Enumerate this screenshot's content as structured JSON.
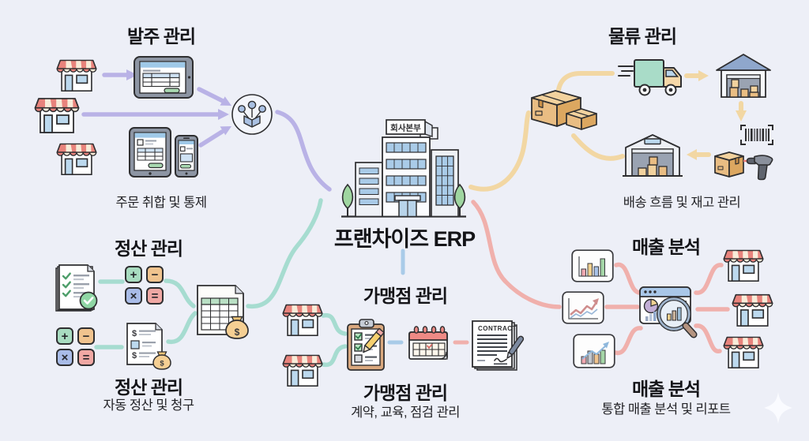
{
  "diagram": {
    "background": "#edeff7",
    "center": {
      "building_sign": "회사본부",
      "title": "프랜차이즈 ERP"
    },
    "order": {
      "title": "발주 관리",
      "caption": "주문 취합 및 통제"
    },
    "logistics": {
      "title": "물류 관리",
      "caption": "배송 흐름 및 재고 관리"
    },
    "settlement": {
      "title": "정산 관리",
      "footer_label": "정산 관리",
      "caption": "자동 정산 및 청구"
    },
    "franchise": {
      "title": "가맹점 관리",
      "footer_label": "가맹점 관리",
      "caption": "계약, 교육, 점검 관리"
    },
    "sales": {
      "title": "매출 분석",
      "footer_label": "매출 분석",
      "caption": "통합 매출 분석 및 리포트"
    }
  },
  "glyphs": {
    "contract_title": "CONTRACT",
    "calc_ops": [
      "+",
      "−",
      "×",
      "="
    ],
    "dollar": "$"
  },
  "icons": {
    "order": [
      "store-icon",
      "store-icon",
      "store-icon",
      "tablet-order-form-icon",
      "tablet-and-phone-order-icon",
      "supply-hub-icon"
    ],
    "logistics": [
      "cardboard-boxes-icon",
      "delivery-truck-icon",
      "warehouse-icon",
      "barcode-icon",
      "box-scanner-icon",
      "warehouse-icon"
    ],
    "center": [
      "headquarters-building-icon"
    ],
    "settlement": [
      "checklist-icon",
      "calculator-ops-icon",
      "calculator-ops-icon",
      "invoice-icon",
      "spreadsheet-moneybag-icon"
    ],
    "franchise": [
      "store-icon",
      "store-icon",
      "inspection-clipboard-icon",
      "calendar-icon",
      "contract-signing-icon"
    ],
    "sales": [
      "bar-chart-card-icon",
      "line-chart-card-icon",
      "trend-chart-card-icon",
      "analytics-dashboard-icon",
      "store-icon",
      "store-icon",
      "store-icon"
    ],
    "decoration": [
      "sparkle-icon"
    ]
  },
  "colors": {
    "connector_purple": "#b9b2e6",
    "connector_tan": "#f2d7a3",
    "connector_teal": "#a6dcd0",
    "connector_red": "#f0b0ac",
    "connector_blue": "#a9cbe8",
    "store_awning_red": "#e8837c",
    "truck_body_teal": "#a9dcc8",
    "box_tan": "#e9bd83",
    "button_green": "#a8d8b0",
    "text": "#141418"
  }
}
